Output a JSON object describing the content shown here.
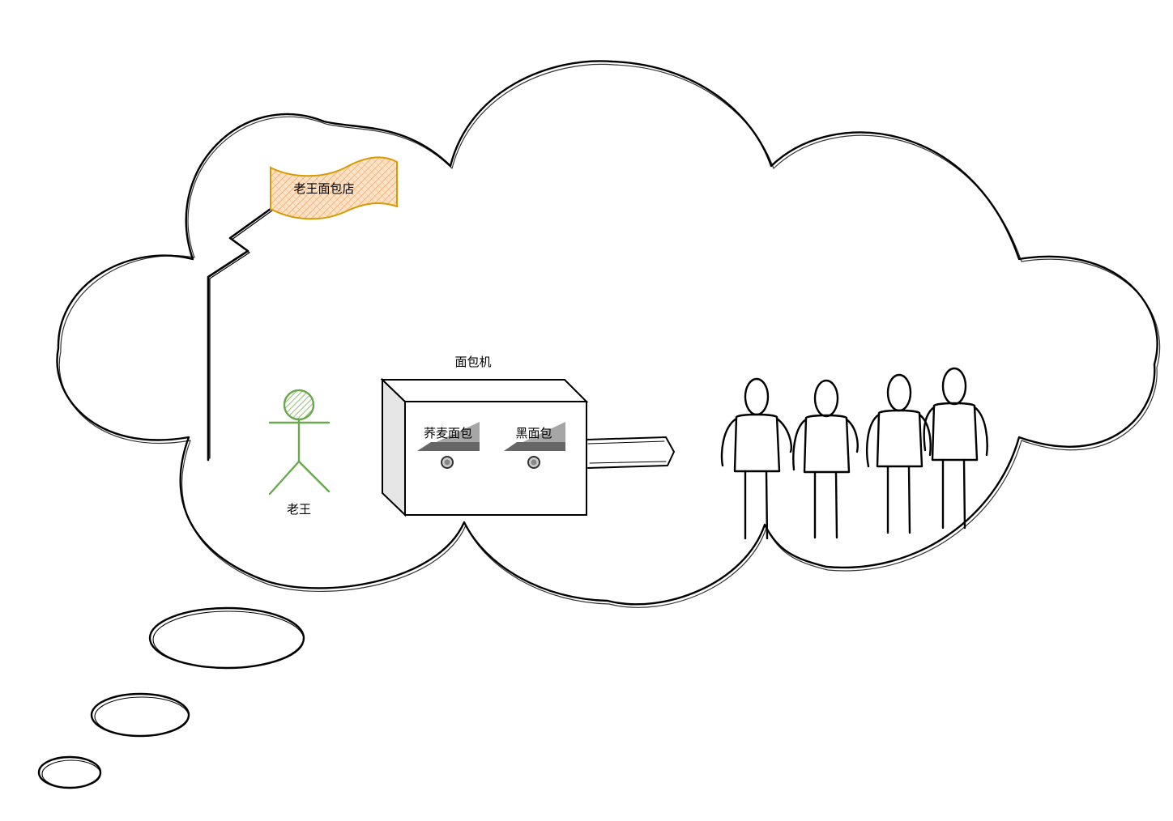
{
  "diagram": {
    "sign": {
      "text": "老王面包店"
    },
    "baker": {
      "label": "老王"
    },
    "machine": {
      "label": "面包机",
      "slots": [
        {
          "label": "荞麦面包"
        },
        {
          "label": "黑面包"
        }
      ]
    },
    "customers": {
      "count": 4
    }
  },
  "colors": {
    "outline": "#000000",
    "actor": "#6aa84f",
    "flag_fill": "#fbd1a6",
    "flag_stroke": "#d79b00",
    "machine_side": "#e6e6e6",
    "slot_dark": "#666666",
    "slot_light": "#a6a6a6"
  }
}
